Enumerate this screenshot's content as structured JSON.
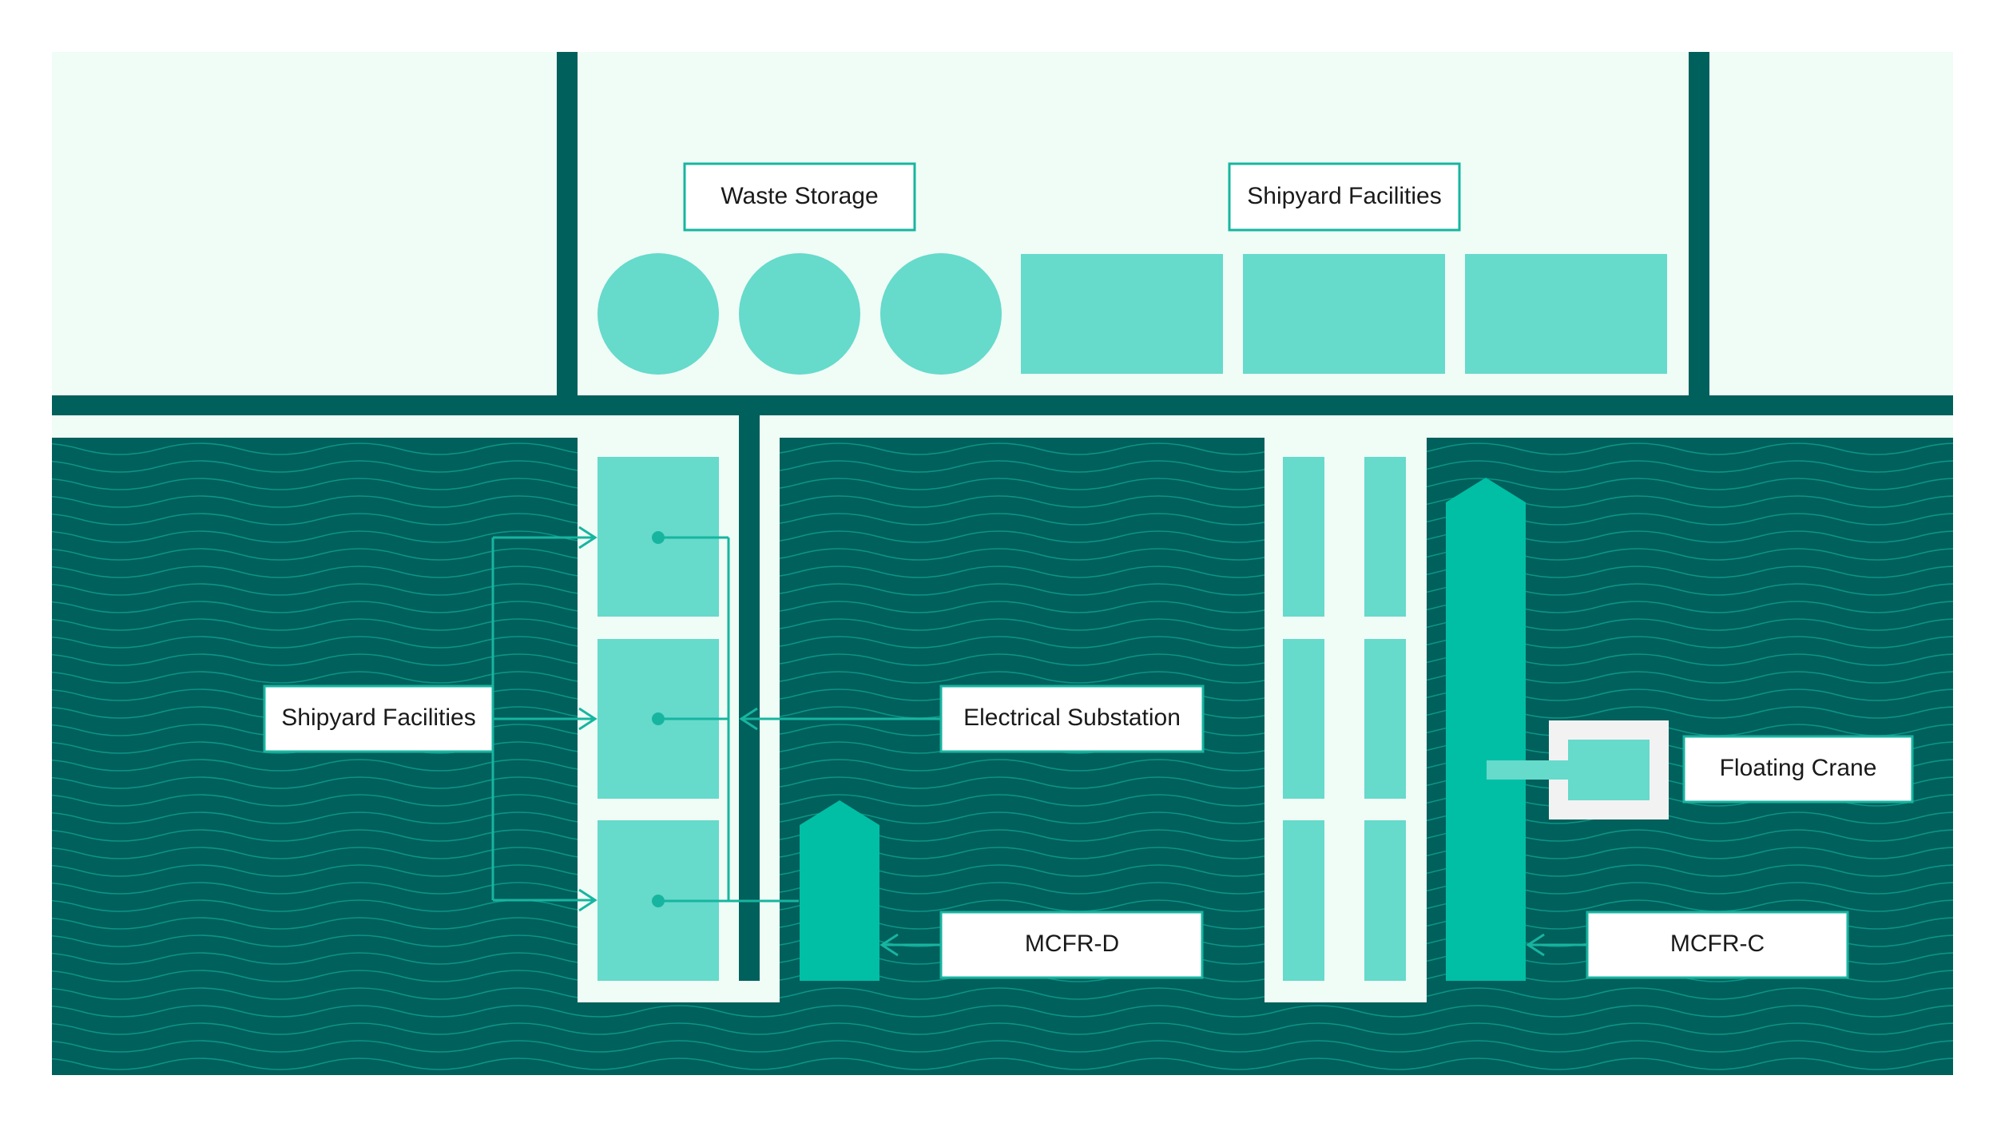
{
  "labels": {
    "waste_storage": "Waste Storage",
    "shipyard_facilities_top": "Shipyard Facilities",
    "shipyard_facilities_left": "Shipyard Facilities",
    "electrical_substation": "Electrical Substation",
    "floating_crane": "Floating Crane",
    "mcfr_d": "MCFR-D",
    "mcfr_c": "MCFR-C"
  },
  "colors": {
    "land": "#effdf6",
    "water": "#00605c",
    "wave": "#12a593",
    "structure": "#00605c",
    "facility": "#66dacb",
    "reactor": "#00bfa5",
    "callout": "#17b5a0",
    "label_bg": "#ffffff",
    "crane_frame": "#f2f2f2"
  }
}
